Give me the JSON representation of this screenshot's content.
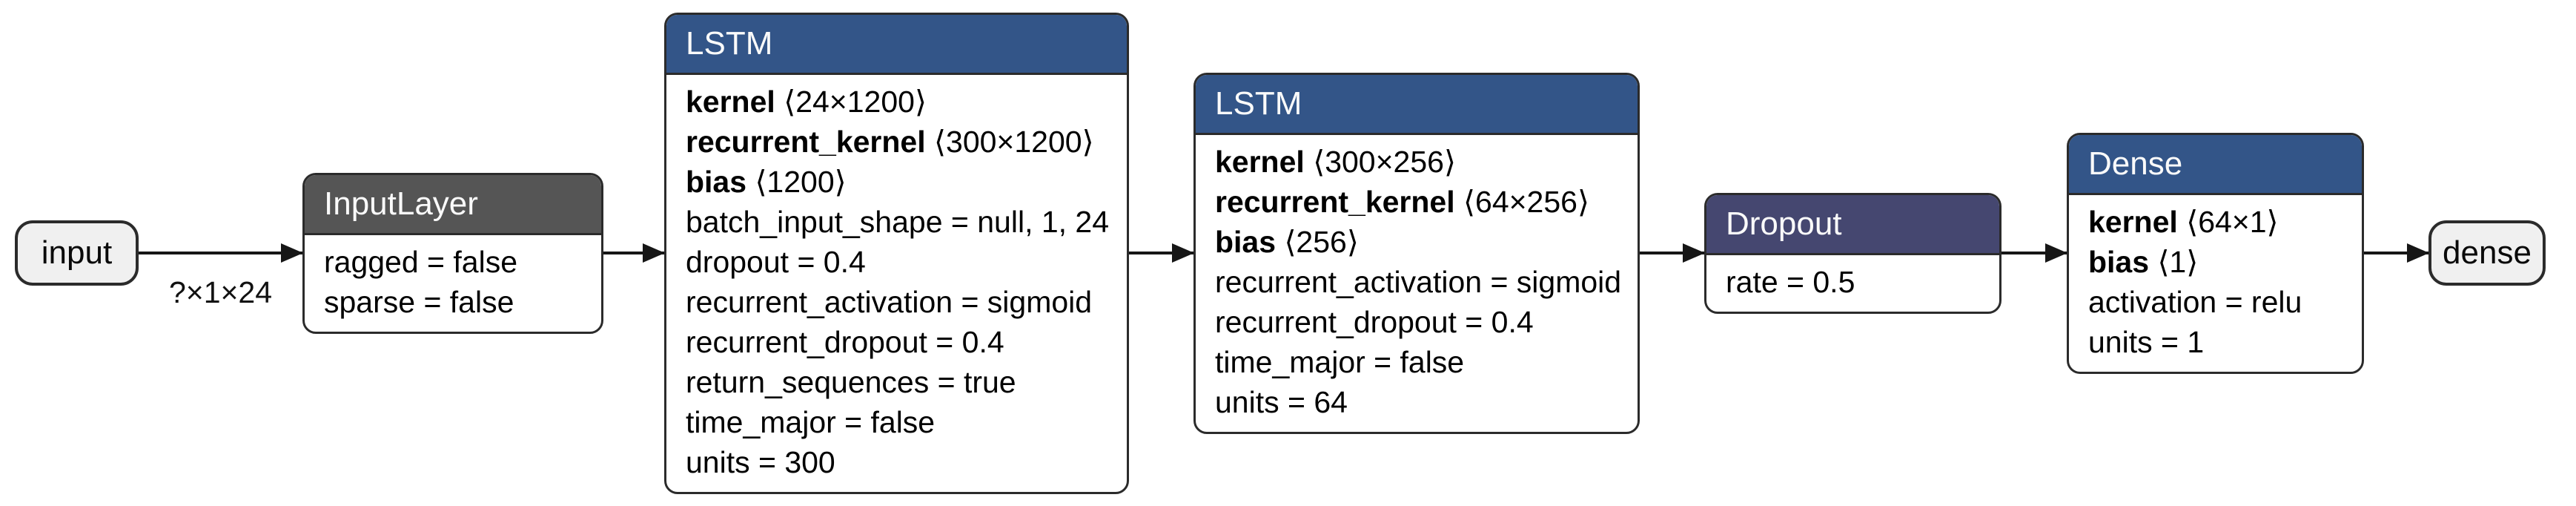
{
  "diagram": {
    "tool_style": "netron-model-graph",
    "colors": {
      "background": "#ffffff",
      "layer_header": "#335588",
      "dropout_header": "#454770",
      "data_header": "#555555",
      "node_border": "#2b2b2b",
      "io_node_fill": "#f0f0f0",
      "edge": "#161616"
    },
    "input_node": {
      "label": "input"
    },
    "output_node": {
      "label": "dense"
    },
    "edges": {
      "input_edge_label": "?×1×24"
    },
    "nodes": [
      {
        "title": "InputLayer",
        "type": "data",
        "rows": [
          {
            "text": "ragged = false"
          },
          {
            "text": "sparse = false"
          }
        ]
      },
      {
        "title": "LSTM",
        "type": "layer",
        "rows": [
          {
            "name": "kernel",
            "text": "⟨24×1200⟩"
          },
          {
            "name": "recurrent_kernel",
            "text": "⟨300×1200⟩"
          },
          {
            "name": "bias",
            "text": "⟨1200⟩"
          },
          {
            "text": "batch_input_shape = null, 1, 24"
          },
          {
            "text": "dropout = 0.4"
          },
          {
            "text": "recurrent_activation = sigmoid"
          },
          {
            "text": "recurrent_dropout = 0.4"
          },
          {
            "text": "return_sequences = true"
          },
          {
            "text": "time_major = false"
          },
          {
            "text": "units = 300"
          }
        ]
      },
      {
        "title": "LSTM",
        "type": "layer",
        "rows": [
          {
            "name": "kernel",
            "text": "⟨300×256⟩"
          },
          {
            "name": "recurrent_kernel",
            "text": "⟨64×256⟩"
          },
          {
            "name": "bias",
            "text": "⟨256⟩"
          },
          {
            "text": "recurrent_activation = sigmoid"
          },
          {
            "text": "recurrent_dropout = 0.4"
          },
          {
            "text": "time_major = false"
          },
          {
            "text": "units = 64"
          }
        ]
      },
      {
        "title": "Dropout",
        "type": "dropout",
        "rows": [
          {
            "text": "rate = 0.5"
          }
        ]
      },
      {
        "title": "Dense",
        "type": "layer",
        "rows": [
          {
            "name": "kernel",
            "text": "⟨64×1⟩"
          },
          {
            "name": "bias",
            "text": "⟨1⟩"
          },
          {
            "text": "activation = relu"
          },
          {
            "text": "units = 1"
          }
        ]
      }
    ]
  }
}
